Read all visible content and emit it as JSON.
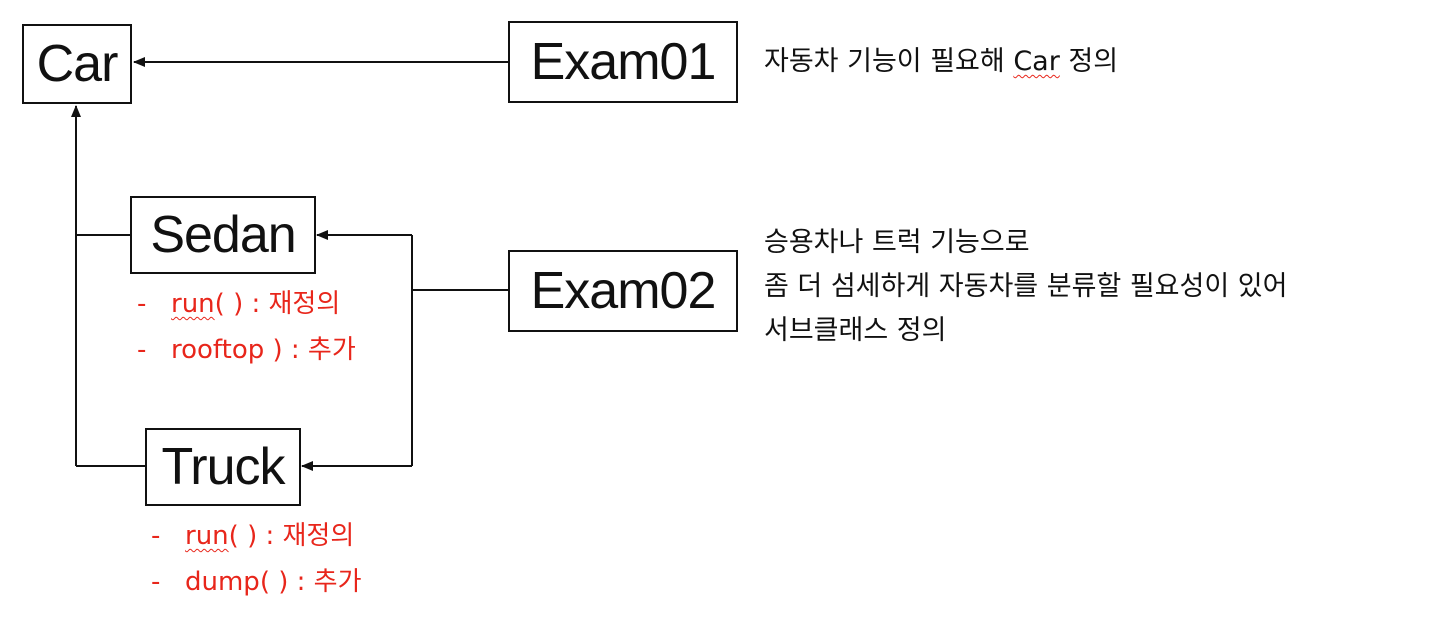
{
  "boxes": {
    "car": "Car",
    "exam01": "Exam01",
    "sedan": "Sedan",
    "exam02": "Exam02",
    "truck": "Truck"
  },
  "notes": {
    "exam01": {
      "before": "자동차 기능이 필요해 ",
      "word": "Car",
      "after": " 정의"
    },
    "exam02_line1": "승용차나 트럭 기능으로",
    "exam02_line2": "좀 더 섬세하게 자동차를 분류할 필요성이 있어",
    "exam02_line3": "서브클래스 정의"
  },
  "sedan_methods": [
    {
      "dash": "-",
      "method": "run",
      "rest": "( ) : 재정의"
    },
    {
      "dash": "-",
      "text": "rooftop ) : 추가"
    }
  ],
  "truck_methods": [
    {
      "dash": "-",
      "method": "run",
      "rest": "( ) : 재정의"
    },
    {
      "dash": "-",
      "text": "dump( ) : 추가"
    }
  ],
  "colors": {
    "line": "#111111",
    "annotation": "#e8261b"
  }
}
